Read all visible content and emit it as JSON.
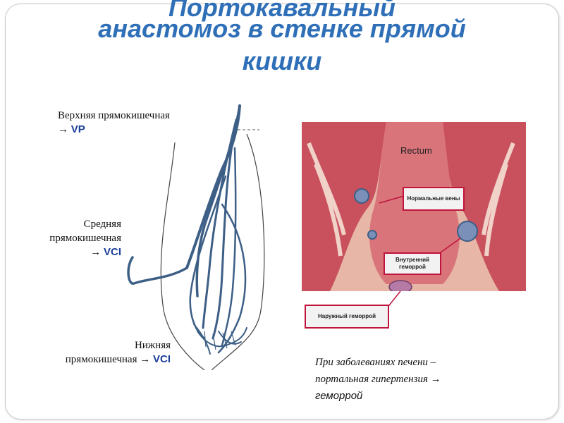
{
  "title": {
    "top_clipped": "Портокавальный",
    "line1": "анастомоз в стенке прямой",
    "line2": "кишки"
  },
  "left_diagram": {
    "upper": {
      "text": "Верхняя прямокишечная",
      "arrow": "→",
      "target": "VP"
    },
    "middle": {
      "line1": "Средняя",
      "line2": "прямокишечная",
      "arrow": "→",
      "target": "VCI"
    },
    "lower": {
      "line1": "Нижняя",
      "line2": "прямокишечная →",
      "target": "VCI"
    }
  },
  "right_diagram": {
    "rectum_label": "Rectum",
    "normal_veins": "Нормальные вены",
    "internal_hemorrhoid": "Внутренний геморрой",
    "external_hemorrhoid": "Наружный геморрой"
  },
  "note": {
    "line1": "При заболеваниях печени –",
    "line2": "портальная гипертензия →",
    "line3": "геморрой"
  },
  "colors": {
    "title": "#2e6fb8",
    "vein_blue": "#3d5f86",
    "tissue_pink": "#d9747a",
    "callout_border": "#c0143c"
  }
}
